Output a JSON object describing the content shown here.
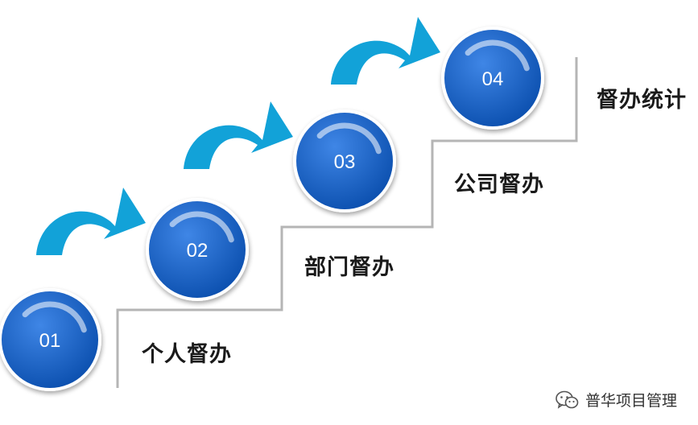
{
  "steps": [
    {
      "number": "01",
      "label": "个人督办"
    },
    {
      "number": "02",
      "label": "部门督办"
    },
    {
      "number": "03",
      "label": "公司督办"
    },
    {
      "number": "04",
      "label": "督办统计"
    }
  ],
  "watermark": {
    "text": "普华项目管理",
    "icon": "wechat-icon"
  },
  "colors": {
    "circle_light": "#3f86e6",
    "circle_dark": "#0b4fae",
    "arrow": "#12a2d8",
    "stair_line": "#b5b5b5"
  }
}
